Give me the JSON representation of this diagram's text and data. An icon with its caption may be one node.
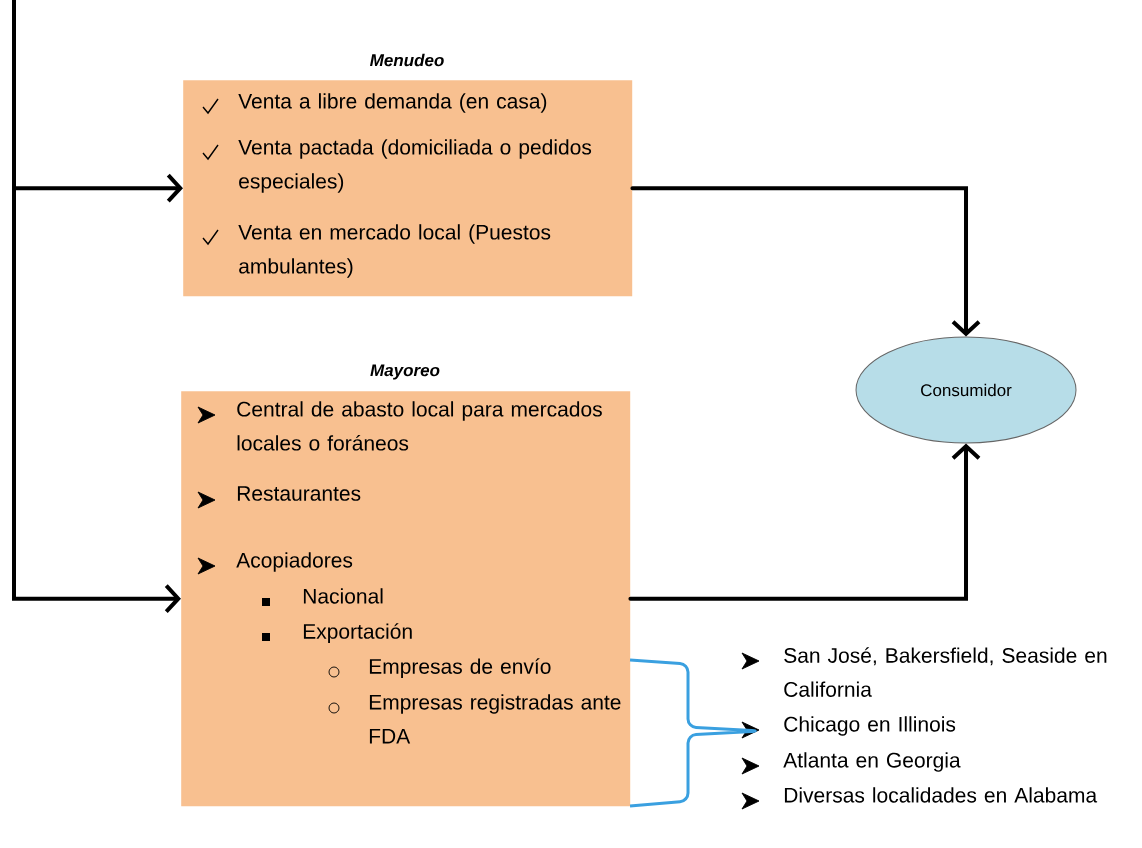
{
  "diagram": {
    "nodes": [
      {
        "text": [
          "Menudeo",
          "Venta a libre demanda (en casa)",
          "Venta pactada (domiciliada o pedidos especiales)",
          "Venta en mercado local (Puestos ambulantes)"
        ]
      },
      {
        "text": [
          "Mayoreo",
          "Central de abasto local para mercados locales o foráneos",
          "Restaurantes",
          "Acopiadores",
          "Nacional",
          "Exportación",
          "Empresas de envío",
          "Empresas registradas ante FDA"
        ]
      },
      {
        "text": [
          "Consumidor"
        ]
      }
    ],
    "edges": [
      {
        "from": null,
        "to": 0,
        "arrow": "to"
      },
      {
        "from": null,
        "to": 1,
        "arrow": "to"
      },
      {
        "from": 0,
        "to": 2,
        "arrow": "to"
      },
      {
        "from": 1,
        "to": 2,
        "arrow": "to"
      }
    ],
    "labels": [
      "San José, Bakersfield, Seaside en California",
      "Chicago en Illinois",
      "Atlanta en Georgia",
      "Diversas localidades en Alabama"
    ]
  }
}
